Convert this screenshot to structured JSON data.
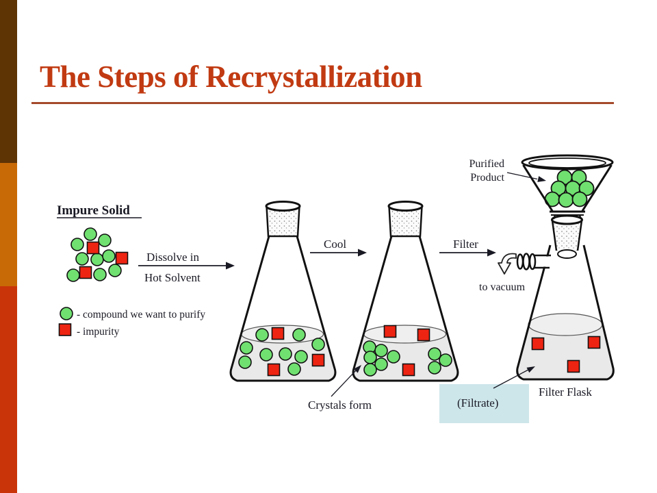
{
  "slide": {
    "title": "The Steps of Recrystallization"
  },
  "theme": {
    "title_color": "#C13A12",
    "rule_color": "#A5492B",
    "sidebar_top_color": "#5E3405",
    "sidebar_middle_color": "#C86A06",
    "sidebar_bottom_color": "#C93508",
    "diagram_text_color": "#191924"
  },
  "diagram": {
    "impure_solid_label": "Impure Solid",
    "step1_arrow": {
      "line1": "Dissolve in",
      "line2": "Hot Solvent"
    },
    "legend": {
      "compound_label": "- compound we want to purify",
      "impurity_label": "- impurity"
    },
    "step2_arrow_label": "Cool",
    "step3_arrow_label": "Filter",
    "purified_product": {
      "line1": "Purified",
      "line2": "Product"
    },
    "to_vacuum_label": "to vacuum",
    "crystals_form_label": "Crystals form",
    "filtrate_label": "(Filtrate)",
    "filter_flask_label": "Filter Flask",
    "colors": {
      "compound_fill": "#70E070",
      "impurity_fill": "#EE2412",
      "liquid_fill": "#E9E9E9",
      "filtrate_box_fill": "#CDE6EA",
      "outline": "#111111"
    }
  }
}
